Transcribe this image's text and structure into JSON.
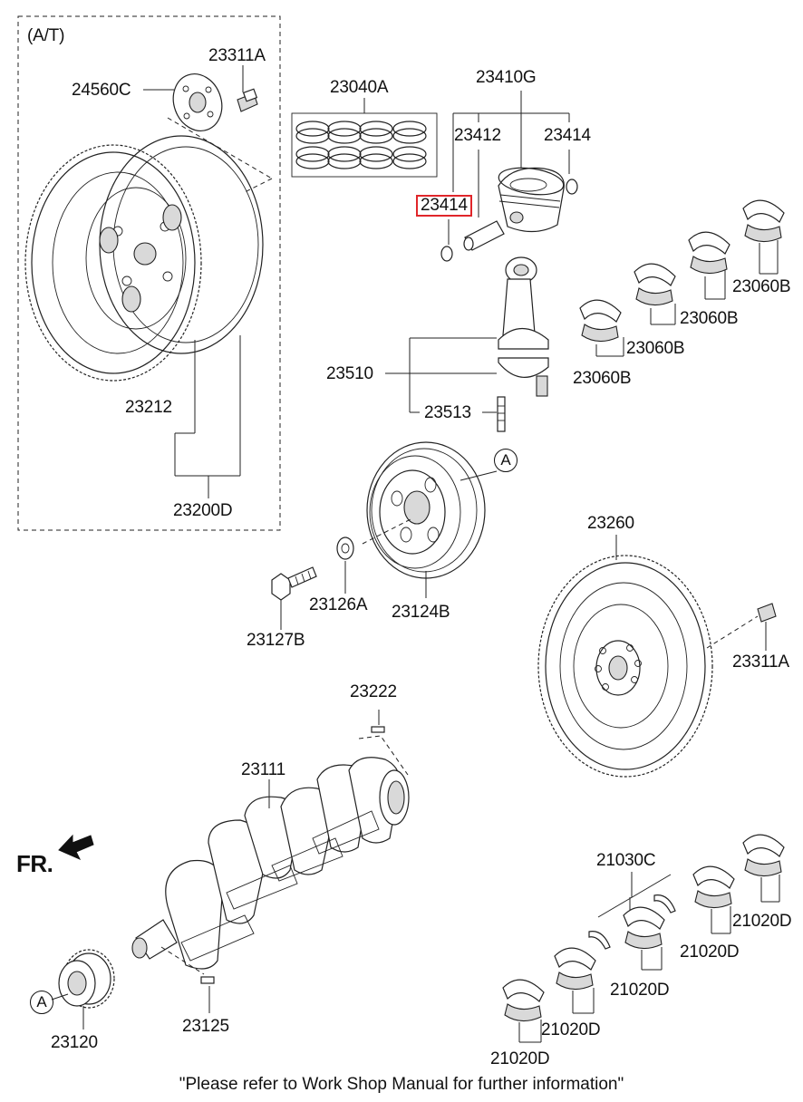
{
  "labels": {
    "at": "(A/T)",
    "p24560C": "24560C",
    "p23311A_top": "23311A",
    "p23040A": "23040A",
    "p23410G": "23410G",
    "p23412": "23412",
    "p23414_right": "23414",
    "p23414_highlight": "23414",
    "p23060B_1": "23060B",
    "p23060B_2": "23060B",
    "p23060B_3": "23060B",
    "p23060B_4": "23060B",
    "p23510": "23510",
    "p23513": "23513",
    "p23212": "23212",
    "p23200D": "23200D",
    "callout_a_top": "A",
    "p23126A": "23126A",
    "p23124B": "23124B",
    "p23127B": "23127B",
    "p23260": "23260",
    "p23311A_right": "23311A",
    "p23222": "23222",
    "p23111": "23111",
    "fr": "FR.",
    "p21030C": "21030C",
    "p21020D_1": "21020D",
    "p21020D_2": "21020D",
    "p21020D_3": "21020D",
    "p21020D_4": "21020D",
    "p21020D_5": "21020D",
    "callout_a_bottom": "A",
    "p23120": "23120",
    "p23125": "23125"
  },
  "footer_note": "\"Please refer to Work Shop Manual for further information\"",
  "colors": {
    "highlight": "#e0262a",
    "line": "#222222",
    "background": "#ffffff"
  },
  "highlighted_part": "23414"
}
